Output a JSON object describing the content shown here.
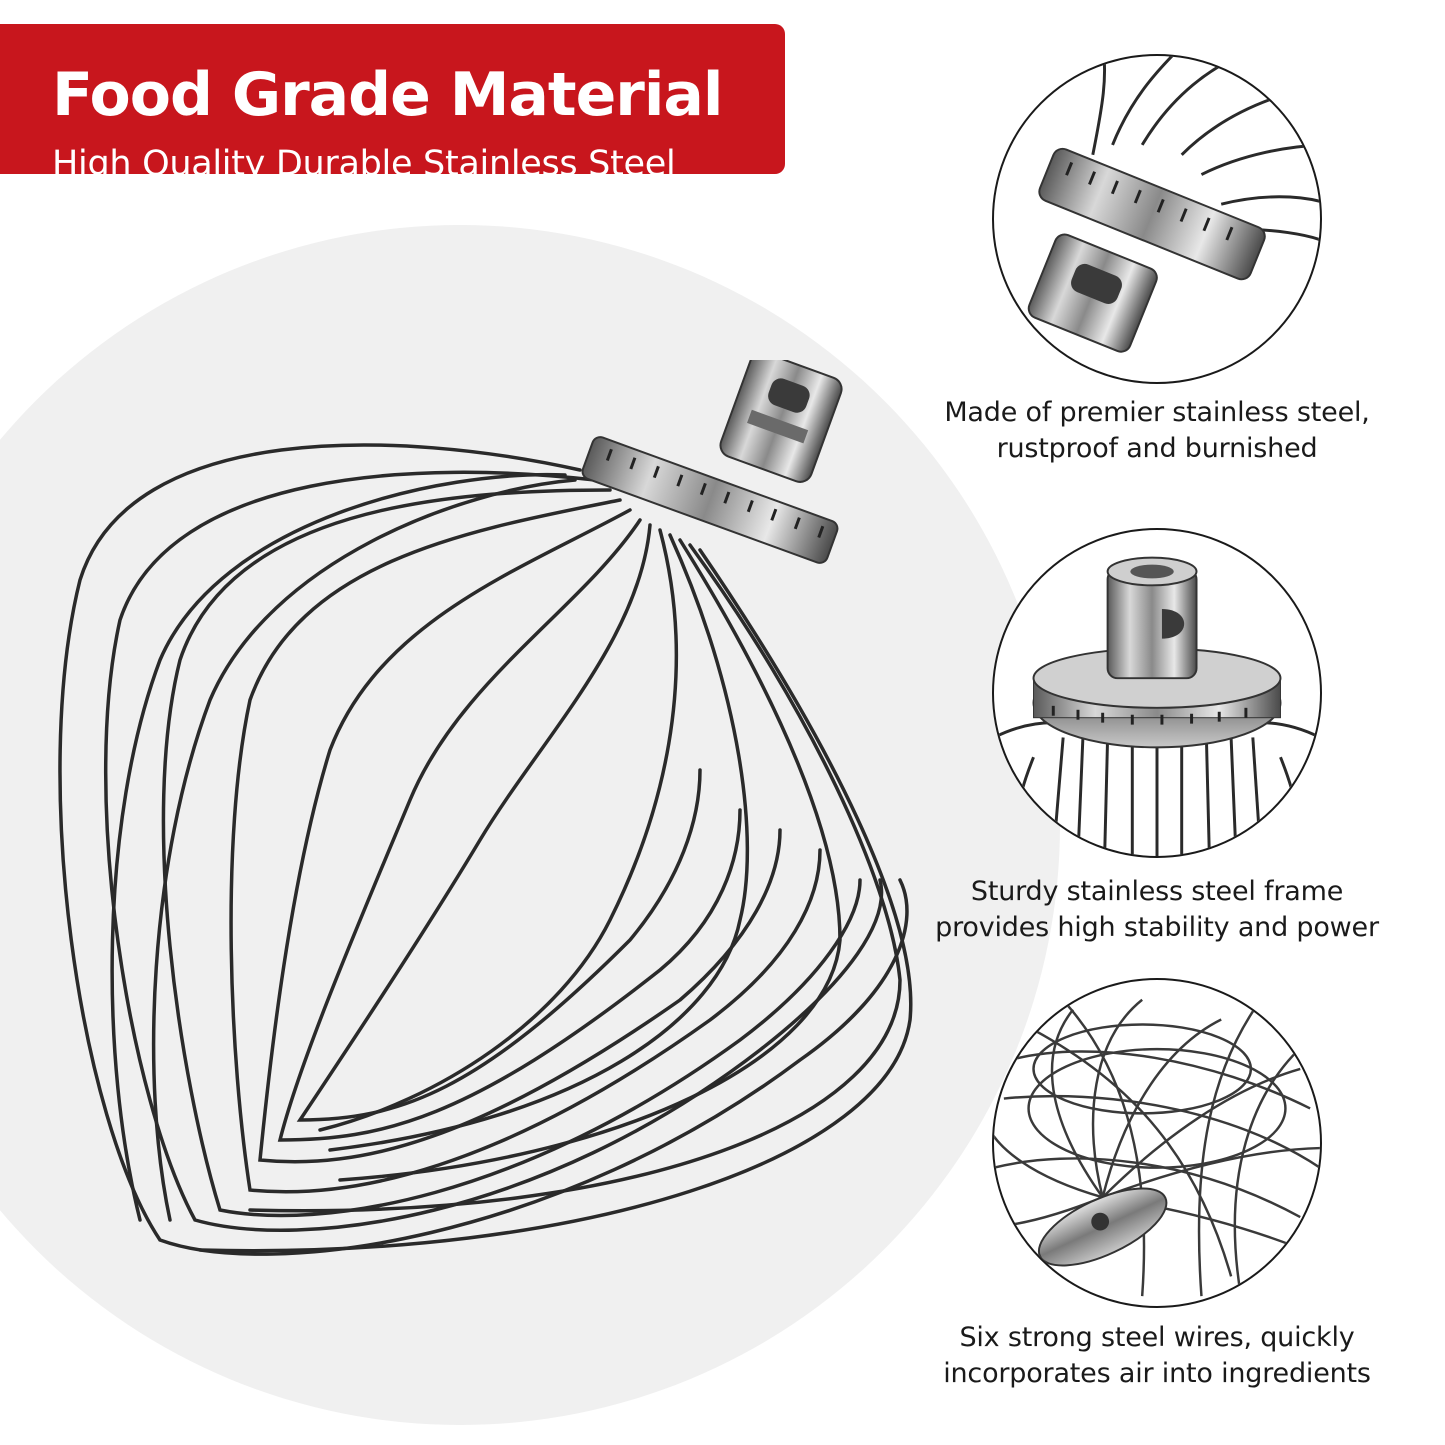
{
  "banner": {
    "title": "Food Grade Material",
    "subtitle": "High Quality Durable Stainless Steel",
    "color": "#c8161d"
  },
  "features": [
    {
      "image": "whisk-top-collar-closeup",
      "lines": [
        "Made of premier stainless steel,",
        "rustproof and burnished"
      ]
    },
    {
      "image": "whisk-shaft-frame-closeup",
      "lines": [
        "Sturdy stainless steel frame",
        "provides high stability and power"
      ]
    },
    {
      "image": "whisk-wires-inside-view",
      "lines": [
        "Six strong steel wires, quickly",
        "incorporates air into ingredients"
      ]
    }
  ],
  "main_image": "stainless-steel-wire-whisk"
}
